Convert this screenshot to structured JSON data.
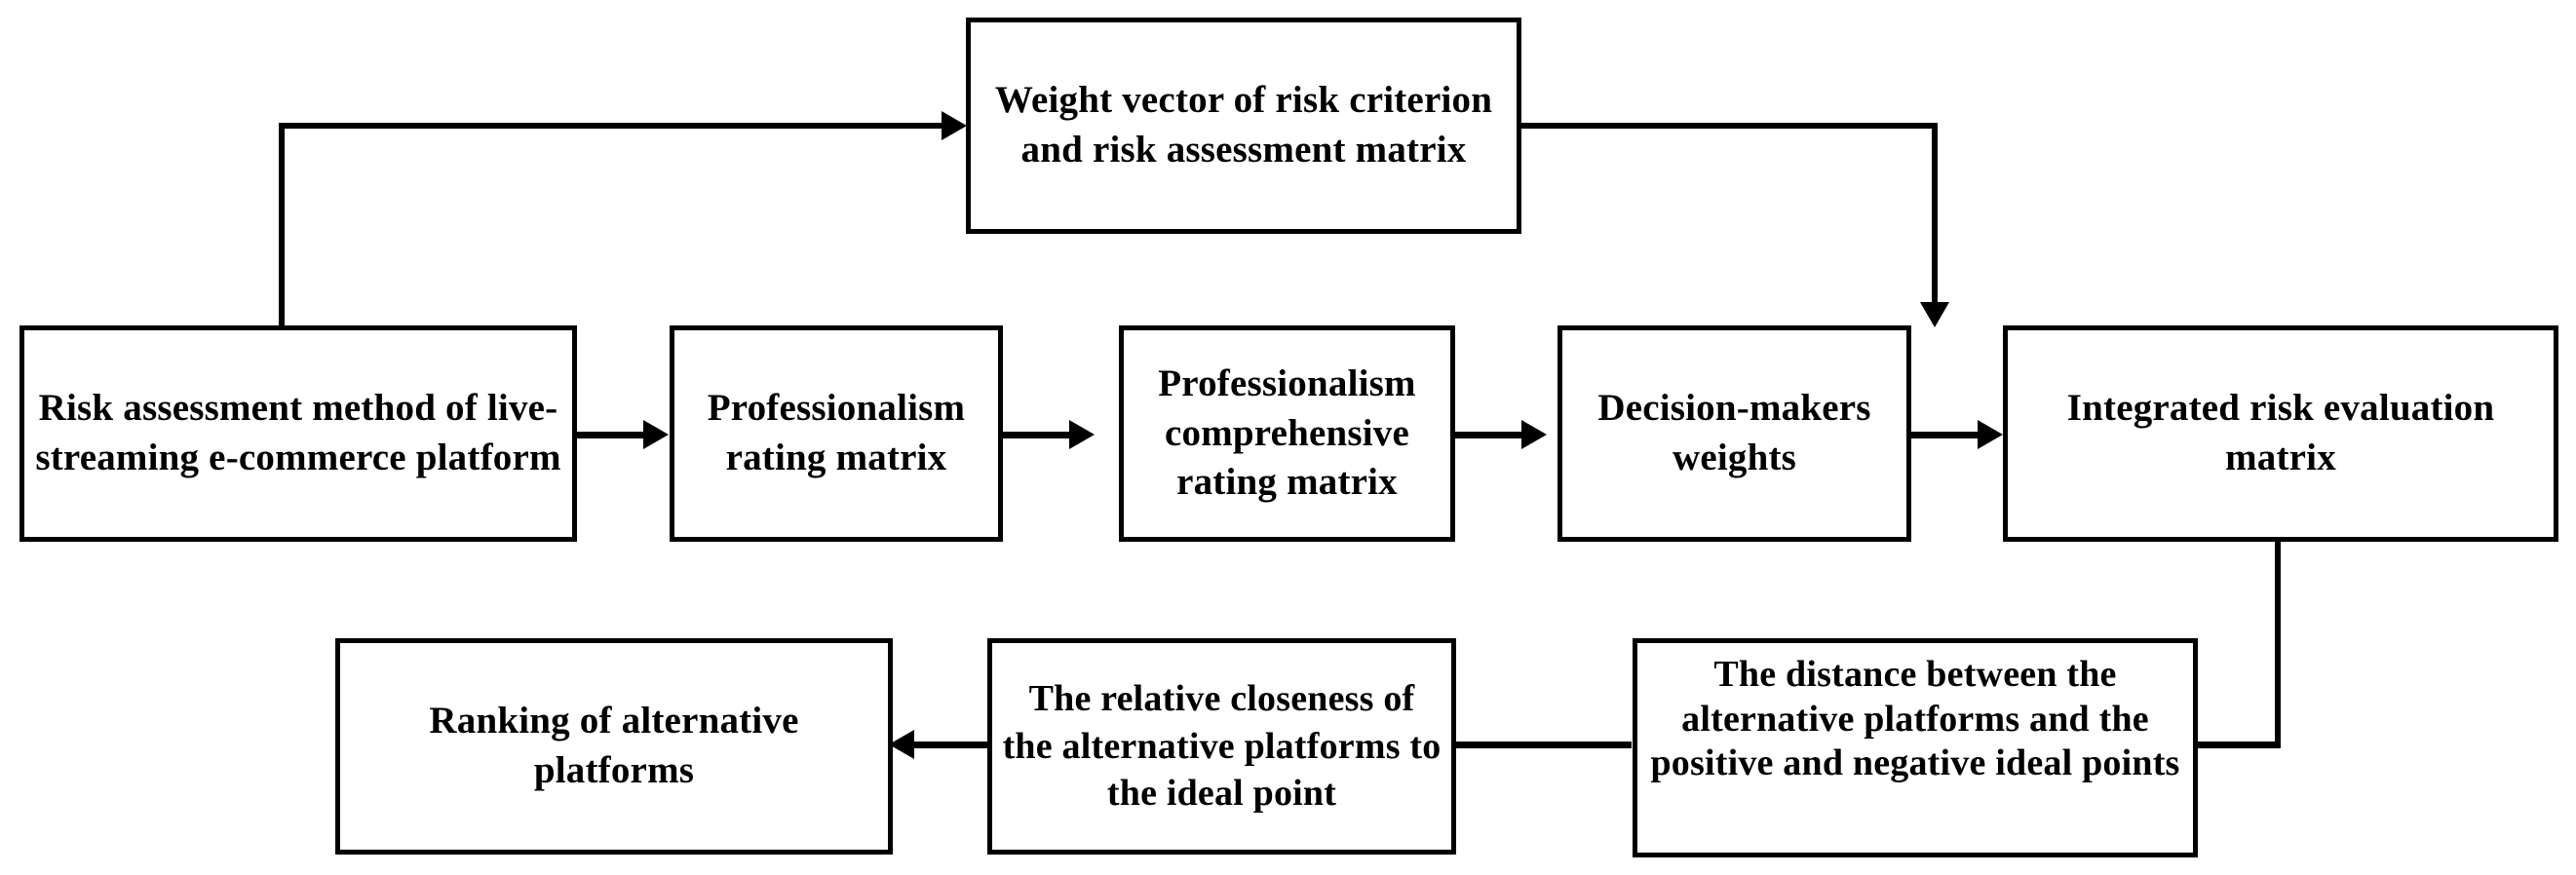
{
  "diagram": {
    "title_text": "",
    "background_color": "#ffffff",
    "line_color": "#000000",
    "text_color": "#000000",
    "nodes": [
      {
        "id": "weight-vector",
        "label": "Weight vector of risk criterion and risk assessment matrix"
      },
      {
        "id": "risk-assessment-method",
        "label": "Risk assessment method of live-streaming e-commerce platform"
      },
      {
        "id": "professionalism-rating-matrix",
        "label": "Professionalism rating matrix"
      },
      {
        "id": "professionalism-comprehensive-rating-matrix",
        "label": "Professionalism comprehensive rating matrix"
      },
      {
        "id": "decision-makers-weights",
        "label": "Decision-makers weights"
      },
      {
        "id": "integrated-risk-evaluation-matrix",
        "label": "Integrated risk evaluation matrix"
      },
      {
        "id": "distance-ideal-points",
        "label": "The distance between the alternative platforms and the positive and negative ideal points"
      },
      {
        "id": "relative-closeness",
        "label": "The relative closeness of the alternative platforms to the ideal point"
      },
      {
        "id": "ranking-alternative-platforms",
        "label": "Ranking of alternative platforms"
      }
    ],
    "edges": [
      {
        "id": "edge-method-to-weight",
        "from": "risk-assessment-method",
        "to": "weight-vector",
        "style": "elbow-up-right",
        "arrow": "right"
      },
      {
        "id": "edge-method-to-rating",
        "from": "risk-assessment-method",
        "to": "professionalism-rating-matrix",
        "style": "straight",
        "arrow": "right"
      },
      {
        "id": "edge-rating-to-comprehensive",
        "from": "professionalism-rating-matrix",
        "to": "professionalism-comprehensive-rating-matrix",
        "style": "straight",
        "arrow": "right"
      },
      {
        "id": "edge-comprehensive-to-weights",
        "from": "professionalism-comprehensive-rating-matrix",
        "to": "decision-makers-weights",
        "style": "straight",
        "arrow": "right"
      },
      {
        "id": "edge-weights-to-integrated",
        "from": "decision-makers-weights",
        "to": "integrated-risk-evaluation-matrix",
        "style": "straight",
        "arrow": "right"
      },
      {
        "id": "edge-weight-to-integrated",
        "from": "weight-vector",
        "to": "integrated-risk-evaluation-matrix",
        "style": "elbow-right-down",
        "arrow": "down"
      },
      {
        "id": "edge-integrated-to-distance",
        "from": "integrated-risk-evaluation-matrix",
        "to": "distance-ideal-points",
        "style": "elbow-down-left",
        "arrow": "left"
      },
      {
        "id": "edge-distance-to-closeness",
        "from": "distance-ideal-points",
        "to": "relative-closeness",
        "style": "straight",
        "arrow": "left"
      },
      {
        "id": "edge-closeness-to-ranking",
        "from": "relative-closeness",
        "to": "ranking-alternative-platforms",
        "style": "straight",
        "arrow": "left"
      }
    ]
  }
}
